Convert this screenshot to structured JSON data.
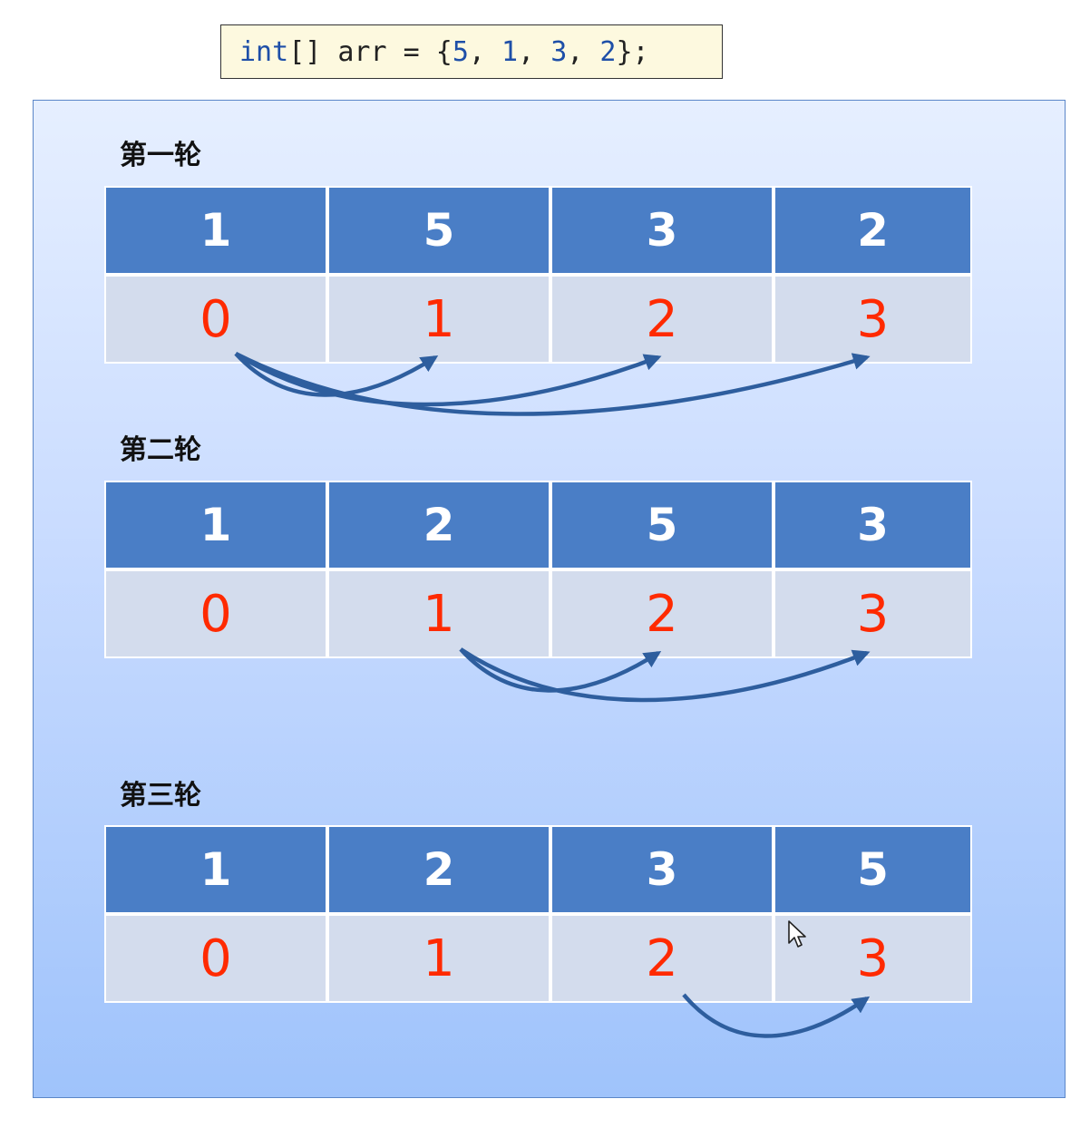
{
  "code": {
    "type_kw": "int",
    "rest_prefix": "[] arr = {",
    "values": [
      "5",
      "1",
      "3",
      "2"
    ],
    "suffix": "};"
  },
  "rounds": [
    {
      "label": "第一轮",
      "values": [
        "1",
        "5",
        "3",
        "2"
      ],
      "indices": [
        "0",
        "1",
        "2",
        "3"
      ],
      "comparisons": [
        [
          0,
          1
        ],
        [
          0,
          2
        ],
        [
          0,
          3
        ]
      ]
    },
    {
      "label": "第二轮",
      "values": [
        "1",
        "2",
        "5",
        "3"
      ],
      "indices": [
        "0",
        "1",
        "2",
        "3"
      ],
      "comparisons": [
        [
          1,
          2
        ],
        [
          1,
          3
        ]
      ]
    },
    {
      "label": "第三轮",
      "values": [
        "1",
        "2",
        "3",
        "5"
      ],
      "indices": [
        "0",
        "1",
        "2",
        "3"
      ],
      "comparisons": [
        [
          2,
          3
        ]
      ]
    }
  ],
  "colors": {
    "value_cell": "#4a7ec6",
    "index_cell": "#d3dced",
    "index_text": "#ff2a00",
    "arrow": "#2e5e9e"
  },
  "icons": {
    "cursor": "mouse-pointer-icon"
  }
}
